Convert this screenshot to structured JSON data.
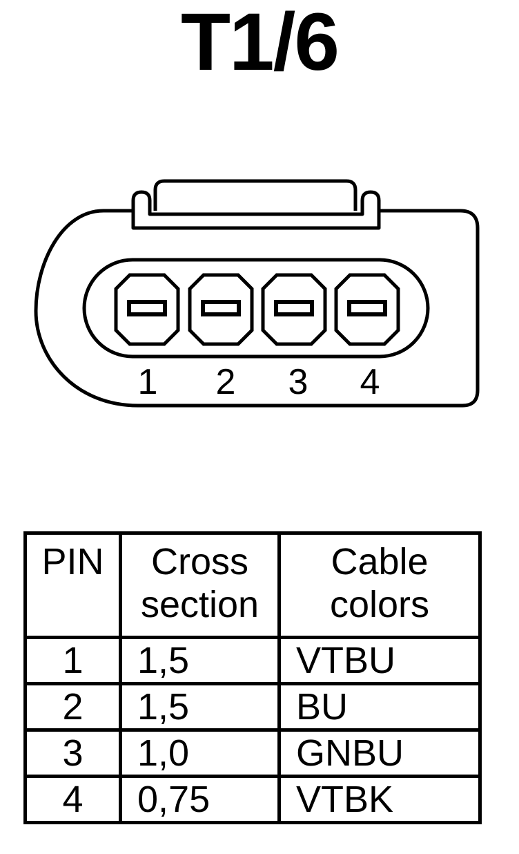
{
  "title": "T1/6",
  "connector": {
    "pins": [
      "1",
      "2",
      "3",
      "4"
    ]
  },
  "table": {
    "headers": {
      "pin": "PIN",
      "cross_section": [
        "Cross",
        "section"
      ],
      "cable_colors": [
        "Cable",
        "colors"
      ]
    },
    "rows": [
      {
        "pin": "1",
        "cross_section": "1,5",
        "cable_color": "VTBU"
      },
      {
        "pin": "2",
        "cross_section": "1,5",
        "cable_color": "BU"
      },
      {
        "pin": "3",
        "cross_section": "1,0",
        "cable_color": "GNBU"
      },
      {
        "pin": "4",
        "cross_section": "0,75",
        "cable_color": "VTBK"
      }
    ]
  }
}
